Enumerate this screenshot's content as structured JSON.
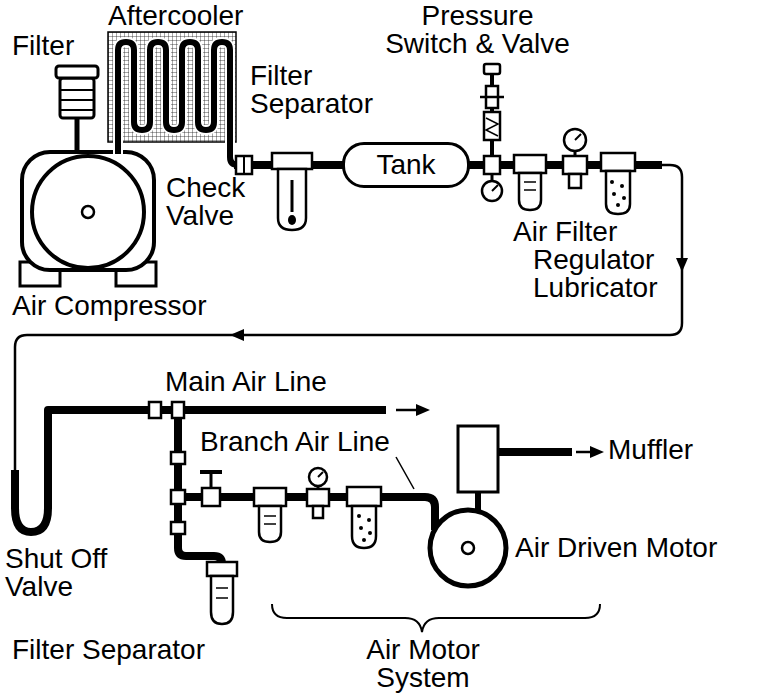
{
  "diagram": {
    "nodes": [
      {
        "text": [
          "Tank"
        ]
      }
    ],
    "labels": [
      "Aftercooler",
      "Pressure Switch & Valve",
      "Filter",
      "Filter Separator",
      "Check Valve",
      "Air Filter",
      "Regulator",
      "Lubricator",
      "Air Compressor",
      "Main Air Line",
      "Branch Air Line",
      "Muffler",
      "Shut Off Valve",
      "Air Driven Motor",
      "Filter Separator",
      "Air Motor System"
    ]
  }
}
